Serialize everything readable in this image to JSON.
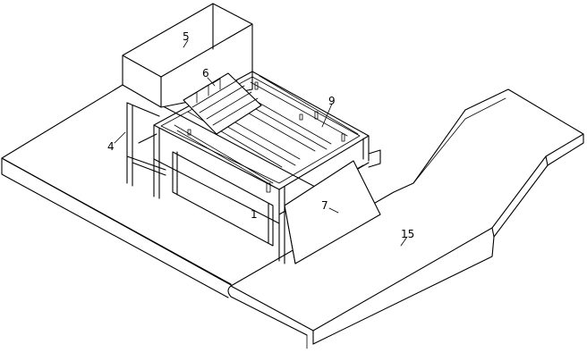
{
  "figure": {
    "labels": {
      "l4": "4",
      "l5": "5",
      "l6": "6",
      "l7": "7",
      "l9": "9",
      "l15": "15",
      "l1": "1"
    }
  }
}
